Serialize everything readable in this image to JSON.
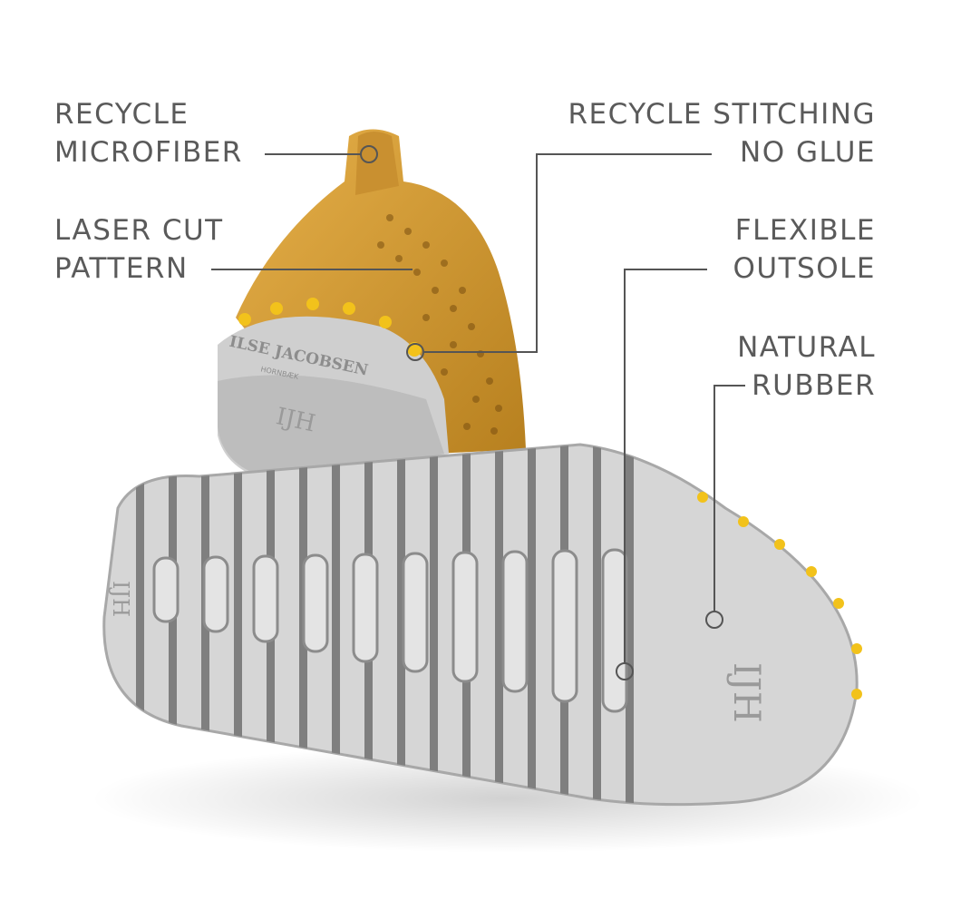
{
  "labels": {
    "microfiber": {
      "line1": "RECYCLE",
      "line2": "MICROFIBER"
    },
    "laser": {
      "line1": "LASER CUT",
      "line2": "PATTERN"
    },
    "stitching": {
      "line1": "RECYCLE STITCHING",
      "line2": "NO GLUE"
    },
    "outsole": {
      "line1": "FLEXIBLE",
      "line2": "OUTSOLE"
    },
    "rubber": {
      "line1": "NATURAL",
      "line2": "RUBBER"
    }
  },
  "brand": {
    "name": "ILSE JACOBSEN",
    "place": "HORNBÆK",
    "monogram": "IJH"
  },
  "colors": {
    "text": "#5a5a5a",
    "leather": "#d9a23a",
    "sole": "#c9c9c9",
    "stitch": "#f2c21b"
  }
}
